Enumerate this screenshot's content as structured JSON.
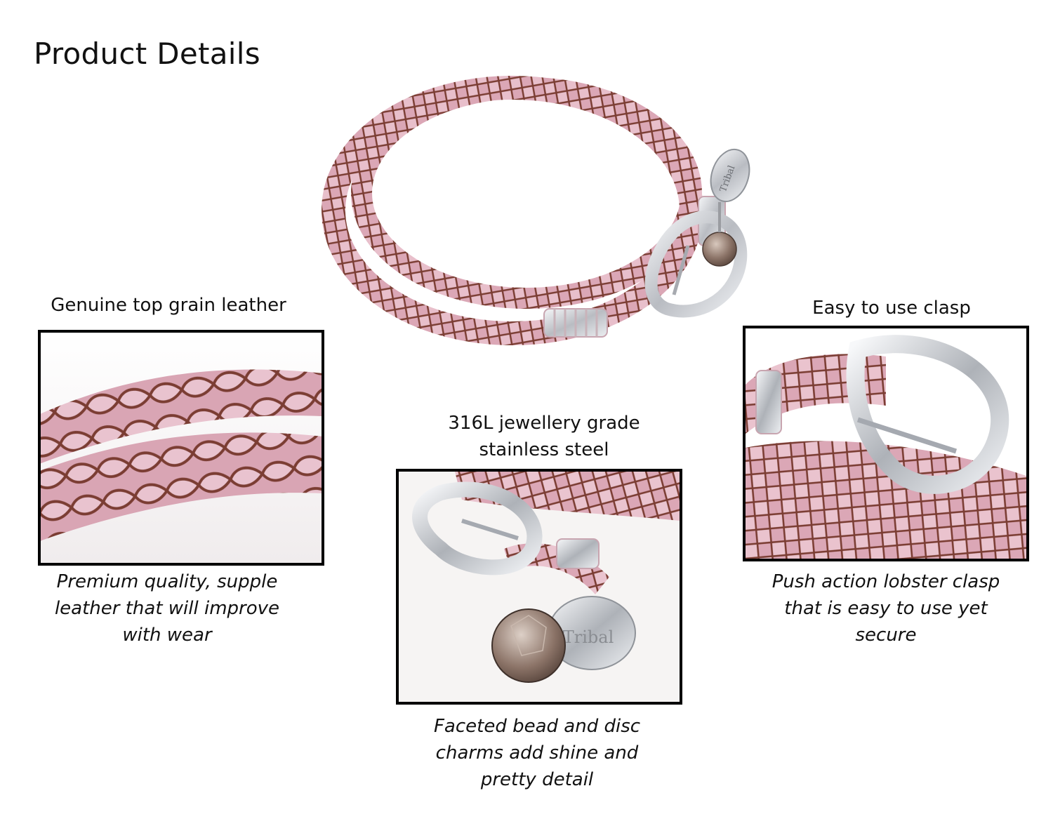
{
  "page": {
    "title": "Product Details"
  },
  "features": [
    {
      "caption": "Genuine top grain leather",
      "description_lines": [
        "Premium quality, supple",
        "leather that will improve",
        "with wear"
      ]
    },
    {
      "caption_lines": [
        "316L jewellery grade",
        "stainless steel"
      ],
      "description_lines": [
        "Faceted bead and disc",
        "charms add shine and",
        "pretty detail"
      ]
    },
    {
      "caption": "Easy to use clasp",
      "description_lines": [
        "Push action lobster clasp",
        "that is easy to use yet",
        "secure"
      ]
    }
  ],
  "brand": {
    "charm_text": "Tribal"
  },
  "colors": {
    "leather_pink": "#dba7b6",
    "leather_dark": "#7b3d33",
    "steel": "#d9dadd",
    "bead": "#8c7468"
  }
}
